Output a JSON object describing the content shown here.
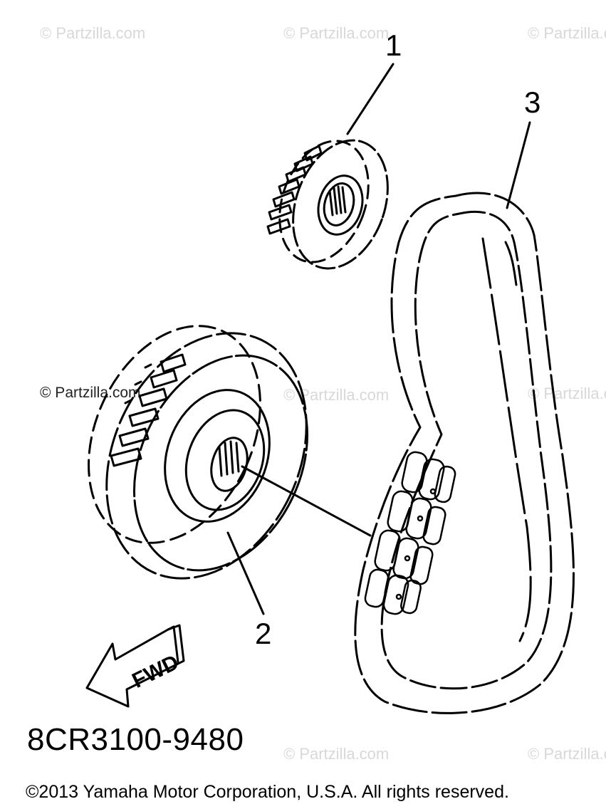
{
  "watermark": "© Partzilla.com",
  "callouts": {
    "item1": "1",
    "item2": "2",
    "item3": "3"
  },
  "fwd_label": "FWD",
  "diagram_code": "8CR3100-9480",
  "copyright": "©2013  Yamaha Motor Corporation, U.S.A. All rights reserved."
}
